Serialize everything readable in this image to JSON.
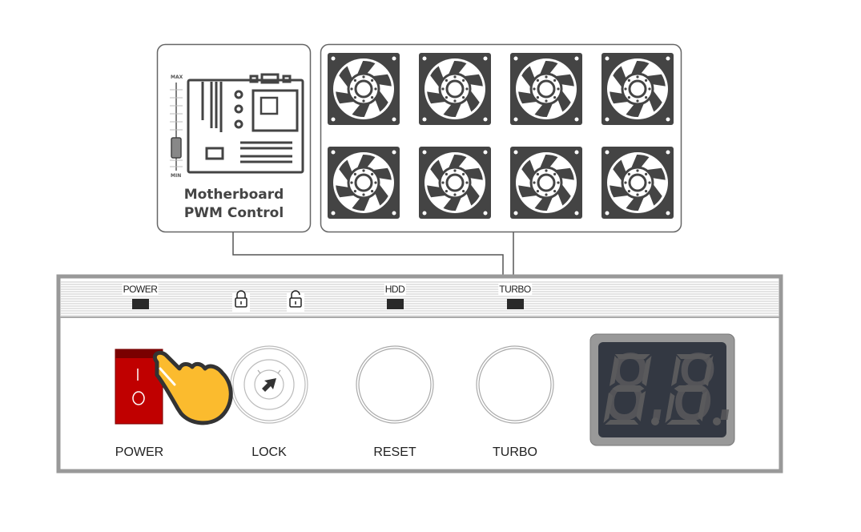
{
  "motherboard": {
    "title_line1": "Motherboard",
    "title_line2": "PWM Control",
    "slider_max": "MAX",
    "slider_min": "MIN"
  },
  "fans": {
    "count": 8,
    "rows": 2,
    "cols": 4
  },
  "panel": {
    "leds": [
      {
        "label": "POWER",
        "state": "off"
      },
      {
        "label": "HDD",
        "state": "off"
      },
      {
        "label": "TURBO",
        "state": "off"
      }
    ],
    "lock_icons": [
      "locked-icon",
      "unlocked-icon"
    ],
    "buttons": [
      {
        "label": "POWER",
        "type": "rocker-switch",
        "on_symbol": "I",
        "off_symbol": "O"
      },
      {
        "label": "LOCK",
        "type": "key-lock"
      },
      {
        "label": "RESET",
        "type": "push-button"
      },
      {
        "label": "TURBO",
        "type": "push-button"
      }
    ],
    "display": {
      "digits": "8.8.",
      "lit": false
    }
  },
  "colors": {
    "switch_red": "#c00000",
    "hand_yellow": "#fbbb2e",
    "display_bg": "#333842",
    "segment_off": "#5a5a5c"
  }
}
